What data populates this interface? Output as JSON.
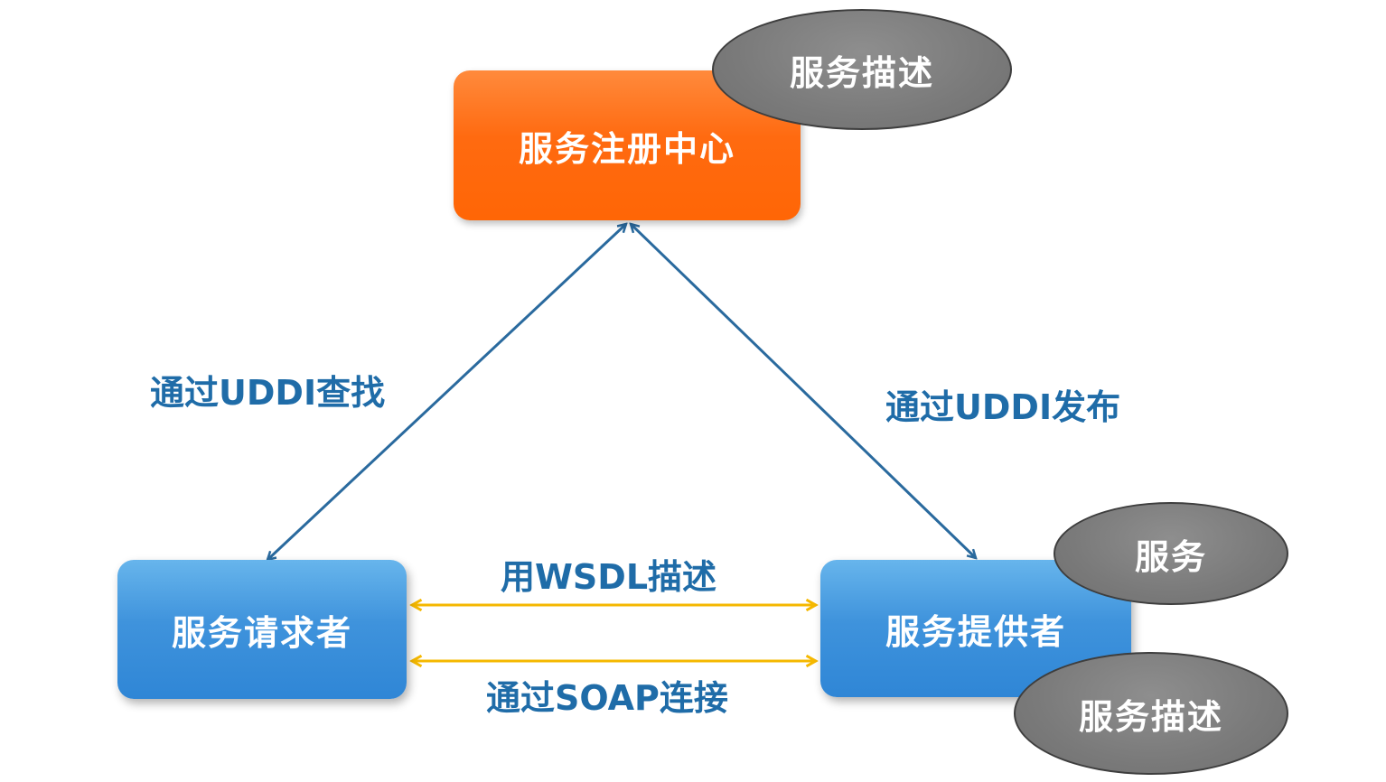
{
  "nodes": {
    "registry": "服务注册中心",
    "requester": "服务请求者",
    "provider": "服务提供者"
  },
  "ellipses": {
    "registry_desc": "服务描述",
    "provider_service": "服务",
    "provider_desc": "服务描述"
  },
  "edges": {
    "find": "通过UDDI查找",
    "publish": "通过UDDI发布",
    "wsdl": "用WSDL描述",
    "soap": "通过SOAP连接"
  },
  "colors": {
    "registry": "#ff6a10",
    "nodes": "#3f93dc",
    "ellipse": "#7a7a7a",
    "uddi_arrow": "#2a6a9e",
    "wsdl_soap_arrow": "#f5b800",
    "label_text": "#1f6ca8"
  }
}
